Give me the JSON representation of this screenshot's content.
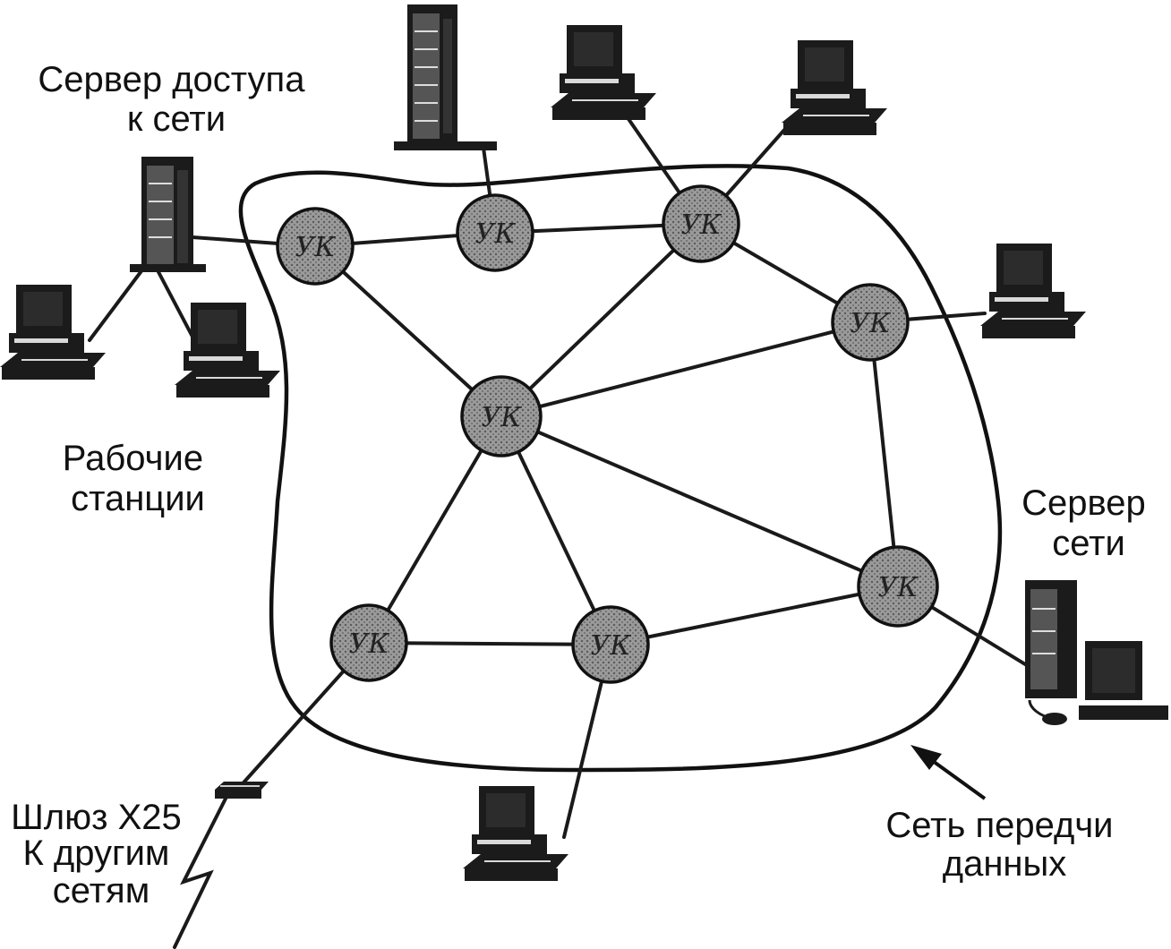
{
  "labels": {
    "access_server": [
      "Сервер доступа",
      "к сети"
    ],
    "workstations": [
      "Рабочие",
      "станции"
    ],
    "network_server": [
      "Сервер",
      "сети"
    ],
    "gateway": [
      "Шлюз X25",
      "К другим",
      "сетям"
    ],
    "data_network": [
      "Сеть передчи",
      "данных"
    ]
  },
  "node_label": "УК",
  "colors": {
    "node_fill": "#8c8c8c",
    "line": "#1a1a1a",
    "device_dark": "#1b1b1b",
    "device_light": "#d9d9d9"
  },
  "icons": {
    "switching_node": "switching-node-circle",
    "tower_server": "tower-server-icon",
    "workstation": "computer-workstation-icon",
    "gateway": "gateway-modem-icon",
    "arrow": "arrow-icon"
  }
}
